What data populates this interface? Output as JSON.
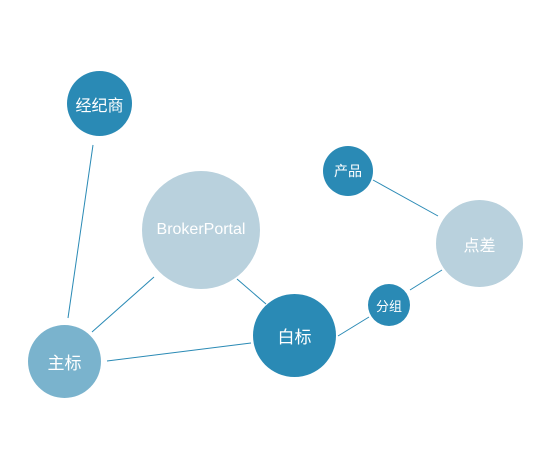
{
  "diagram": {
    "nodes": [
      {
        "id": "jingjishang",
        "label": "经纪商",
        "color": "#2a8ab5"
      },
      {
        "id": "brokerportal",
        "label": "BrokerPortal",
        "color": "#b9d1dd"
      },
      {
        "id": "chanpin",
        "label": "产品",
        "color": "#2a8ab5"
      },
      {
        "id": "diancha",
        "label": "点差",
        "color": "#b9d1dd"
      },
      {
        "id": "fenzu",
        "label": "分组",
        "color": "#2a8ab5"
      },
      {
        "id": "baibiao",
        "label": "白标",
        "color": "#2a8ab5"
      },
      {
        "id": "zhubiao",
        "label": "主标",
        "color": "#7ab3cd"
      }
    ],
    "edges": [
      {
        "from": "jingjishang",
        "to": "zhubiao"
      },
      {
        "from": "brokerportal",
        "to": "zhubiao"
      },
      {
        "from": "brokerportal",
        "to": "baibiao"
      },
      {
        "from": "zhubiao",
        "to": "baibiao"
      },
      {
        "from": "baibiao",
        "to": "fenzu"
      },
      {
        "from": "fenzu",
        "to": "diancha"
      },
      {
        "from": "chanpin",
        "to": "diancha"
      }
    ],
    "edge_color": "#2a8ab5"
  }
}
